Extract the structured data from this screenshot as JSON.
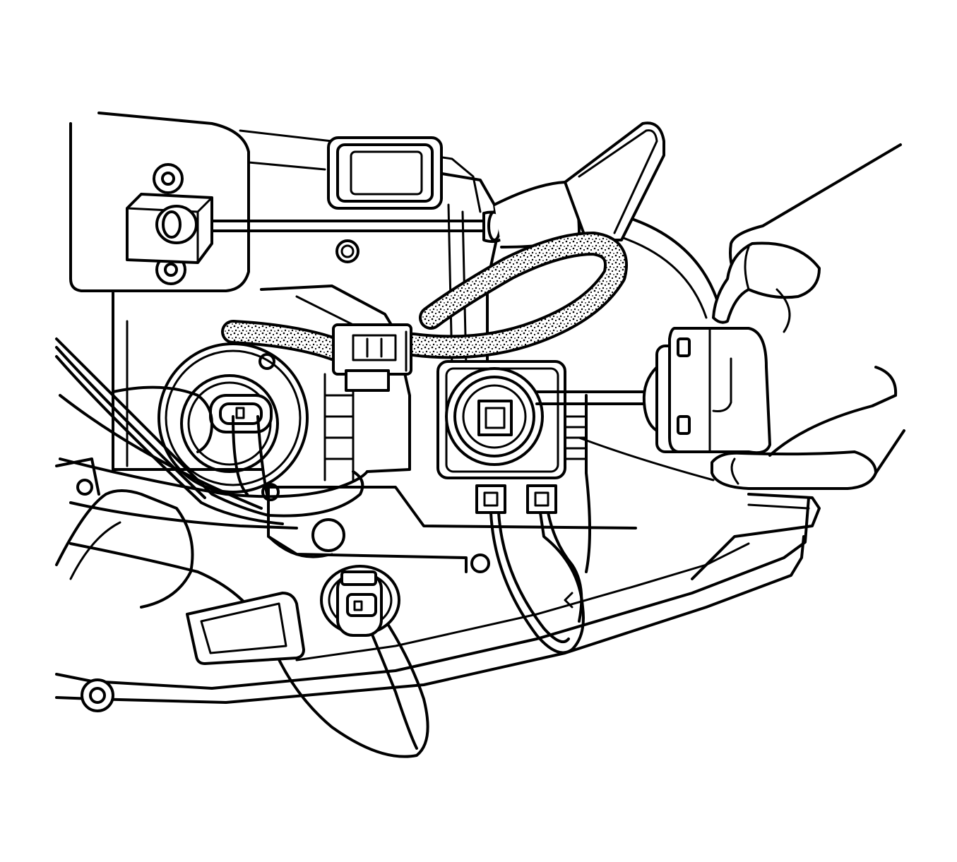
{
  "figure": {
    "kind": "headlamp-bulb-removal-line-art",
    "colors": {
      "ink": "#000000",
      "paper": "#ffffff"
    },
    "parts": [
      "headlamp-housing",
      "adjuster-bracket",
      "adjuster-screw",
      "low-beam-socket",
      "wire-loom",
      "inline-connector",
      "hid-bulb-socket",
      "hid-bulb",
      "hand",
      "harness-wires",
      "side-marker-socket",
      "lens-bezel"
    ]
  }
}
